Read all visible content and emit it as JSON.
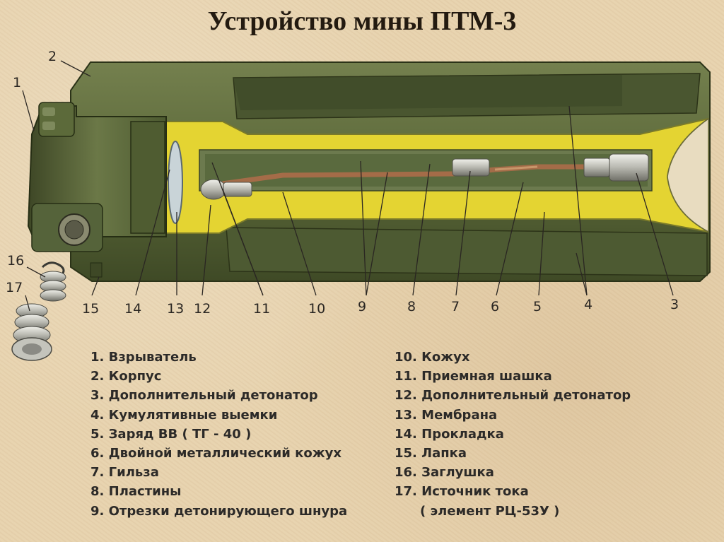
{
  "title": "Устройство мины ПТМ-3",
  "callouts": [
    "1",
    "2",
    "3",
    "4",
    "5",
    "6",
    "7",
    "8",
    "9",
    "10",
    "11",
    "12",
    "13",
    "14",
    "15",
    "16",
    "17"
  ],
  "legend_left": [
    "1. Взрыватель",
    "2. Корпус",
    "3. Дополнительный детонатор",
    "4. Кумулятивные выемки",
    "5. Заряд ВВ ( ТГ - 40 )",
    "6. Двойной металлический кожух",
    "7. Гильза",
    "8. Пластины",
    "9. Отрезки детонирующего шнура"
  ],
  "legend_right": [
    "10. Кожух",
    "11. Приемная шашка",
    "12. Дополнительный детонатор",
    "13. Мембрана",
    "14. Прокладка",
    "15. Лапка",
    "16. Заглушка",
    "17. Источник тока",
    "( элемент РЦ-53У )"
  ],
  "colors": {
    "body": "#5d6a3c",
    "charge": "#e2d334",
    "background": "#e8d4b0"
  }
}
